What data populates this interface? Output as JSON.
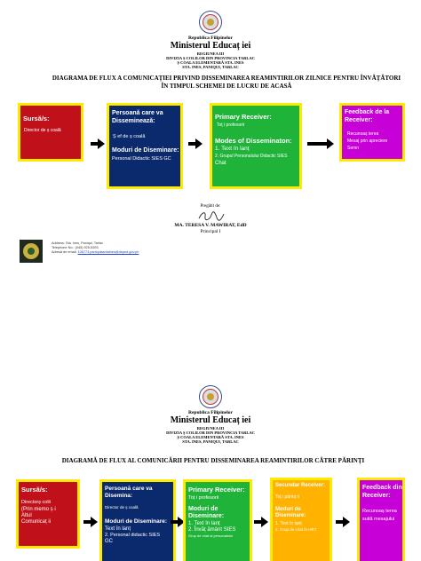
{
  "page1": {
    "header": {
      "republic": "Republica Filipinelor",
      "ministry": "Ministerul Educaț iei",
      "region": "REGIUNEA III",
      "division": "DIVIZIA Ș COLILOR DIN PROVINCIA TARLAC",
      "school": "Ș COALA ELEMENTARĂ STA. INES",
      "address": "STA. INES, PANIQUI, TARLAC"
    },
    "title": [
      "DIAGRAMA DE FLUX A COMUNICAȚIEI PRIVIND DISSEMINAREA REAMINTIRILOR ZILNICE PENTRU ÎNVĂȚĂTORI",
      "ÎN TIMPUL SCHEMEI DE LUCRU DE ACASĂ"
    ],
    "boxes": [
      {
        "title": "Sursă/s:",
        "lines": [
          "Director de ș coală"
        ],
        "bg": "#c0111a",
        "fg": "#ffffff"
      },
      {
        "title": "Persoană care va Disseminează:",
        "lines": [
          "Ș ef de ș coală"
        ],
        "title2": "Moduri de Diseminare:",
        "lines2": [
          "Personal Didactic SIES GC"
        ],
        "bg": "#0b2a6e",
        "fg": "#ffffff"
      },
      {
        "title": "Primary Receiver:",
        "lines": [
          "Toț i profesorii"
        ],
        "title2": "Modes of Disseminaton:",
        "lines2": [
          "1. Text în lanț",
          "2. Grupul Personalului Didactic SIES",
          "Chat"
        ],
        "bg": "#1fb33a",
        "fg": "#ffffff"
      },
      {
        "title": "Feedback de la Receiver:",
        "lines": [
          "Recunoaș terea",
          "Mesaj prin apreciere",
          "Semn"
        ],
        "bg": "#c800d8",
        "fg": "#ffffff"
      }
    ],
    "signature": {
      "prepared": "Pregătit de:",
      "name": "MA. TERESA V. MAWIRAT, EdD",
      "role": "Principal I"
    },
    "contact": {
      "address": "Address: Sta. Ines, Paniqui, Tarlac",
      "phone": "Telephone No.: (045) 925-5393",
      "email_label": "Adresă de email:",
      "email": "106773.paniquisantaines@deped.gov.ph"
    }
  },
  "page2": {
    "header": {
      "republic": "Republica Filipinelor",
      "ministry": "Ministerul Educaț iei",
      "region": "REGIUNEA III",
      "division": "DIVIZIA Ș COLILOR DIN PROVINCIA TARLAC",
      "school": "Ș COALA ELEMENTARĂ STA. INES",
      "address": "STA. INES, PANIQUI, TARLAC"
    },
    "title": "DIAGRAMĂ DE FLUX AL COMUNICĂRII PENTRU DISSEMINAREA REAMINTIRILOR CĂTRE PĂRINȚI",
    "boxes": [
      {
        "title": "Sursă/s:",
        "lines": [
          "Directorș colii",
          "(Prin memo ș i",
          "Altul",
          "Comunicaț ii"
        ],
        "bg": "#c0111a",
        "fg": "#ffffff"
      },
      {
        "title": "Persoană care va Disemina:",
        "lines": [
          "Director de ș coală"
        ],
        "title2": "Moduri de Diseminare:",
        "lines2": [
          "Text în lanț",
          "2. Personal didactic SIES",
          "GC"
        ],
        "bg": "#0b2a6e",
        "fg": "#ffffff"
      },
      {
        "title": "Primary Receiver:",
        "lines": [
          "Toț i profesorii"
        ],
        "title2": "Moduri de Diseminare:",
        "lines2": [
          "1. Text în lanț",
          "2. Învăț ământ SIES",
          "Grup de chat al personalului"
        ],
        "bg": "#1fb33a",
        "fg": "#ffffff"
      },
      {
        "title": "Secundar Receiver:",
        "lines": [
          "Toț i părinț ii"
        ],
        "title2": "Moduri de Diseminare:",
        "lines2": [
          "1. Text în lanț",
          "2. Grup de chat în HRT"
        ],
        "bg": "#ffb300",
        "fg": "#ffffff"
      },
      {
        "title": "Feedback din Receiver:",
        "lines": [
          "Recunoaș terea",
          "suită mesajului"
        ],
        "bg": "#c800d8",
        "fg": "#ffffff"
      }
    ]
  }
}
